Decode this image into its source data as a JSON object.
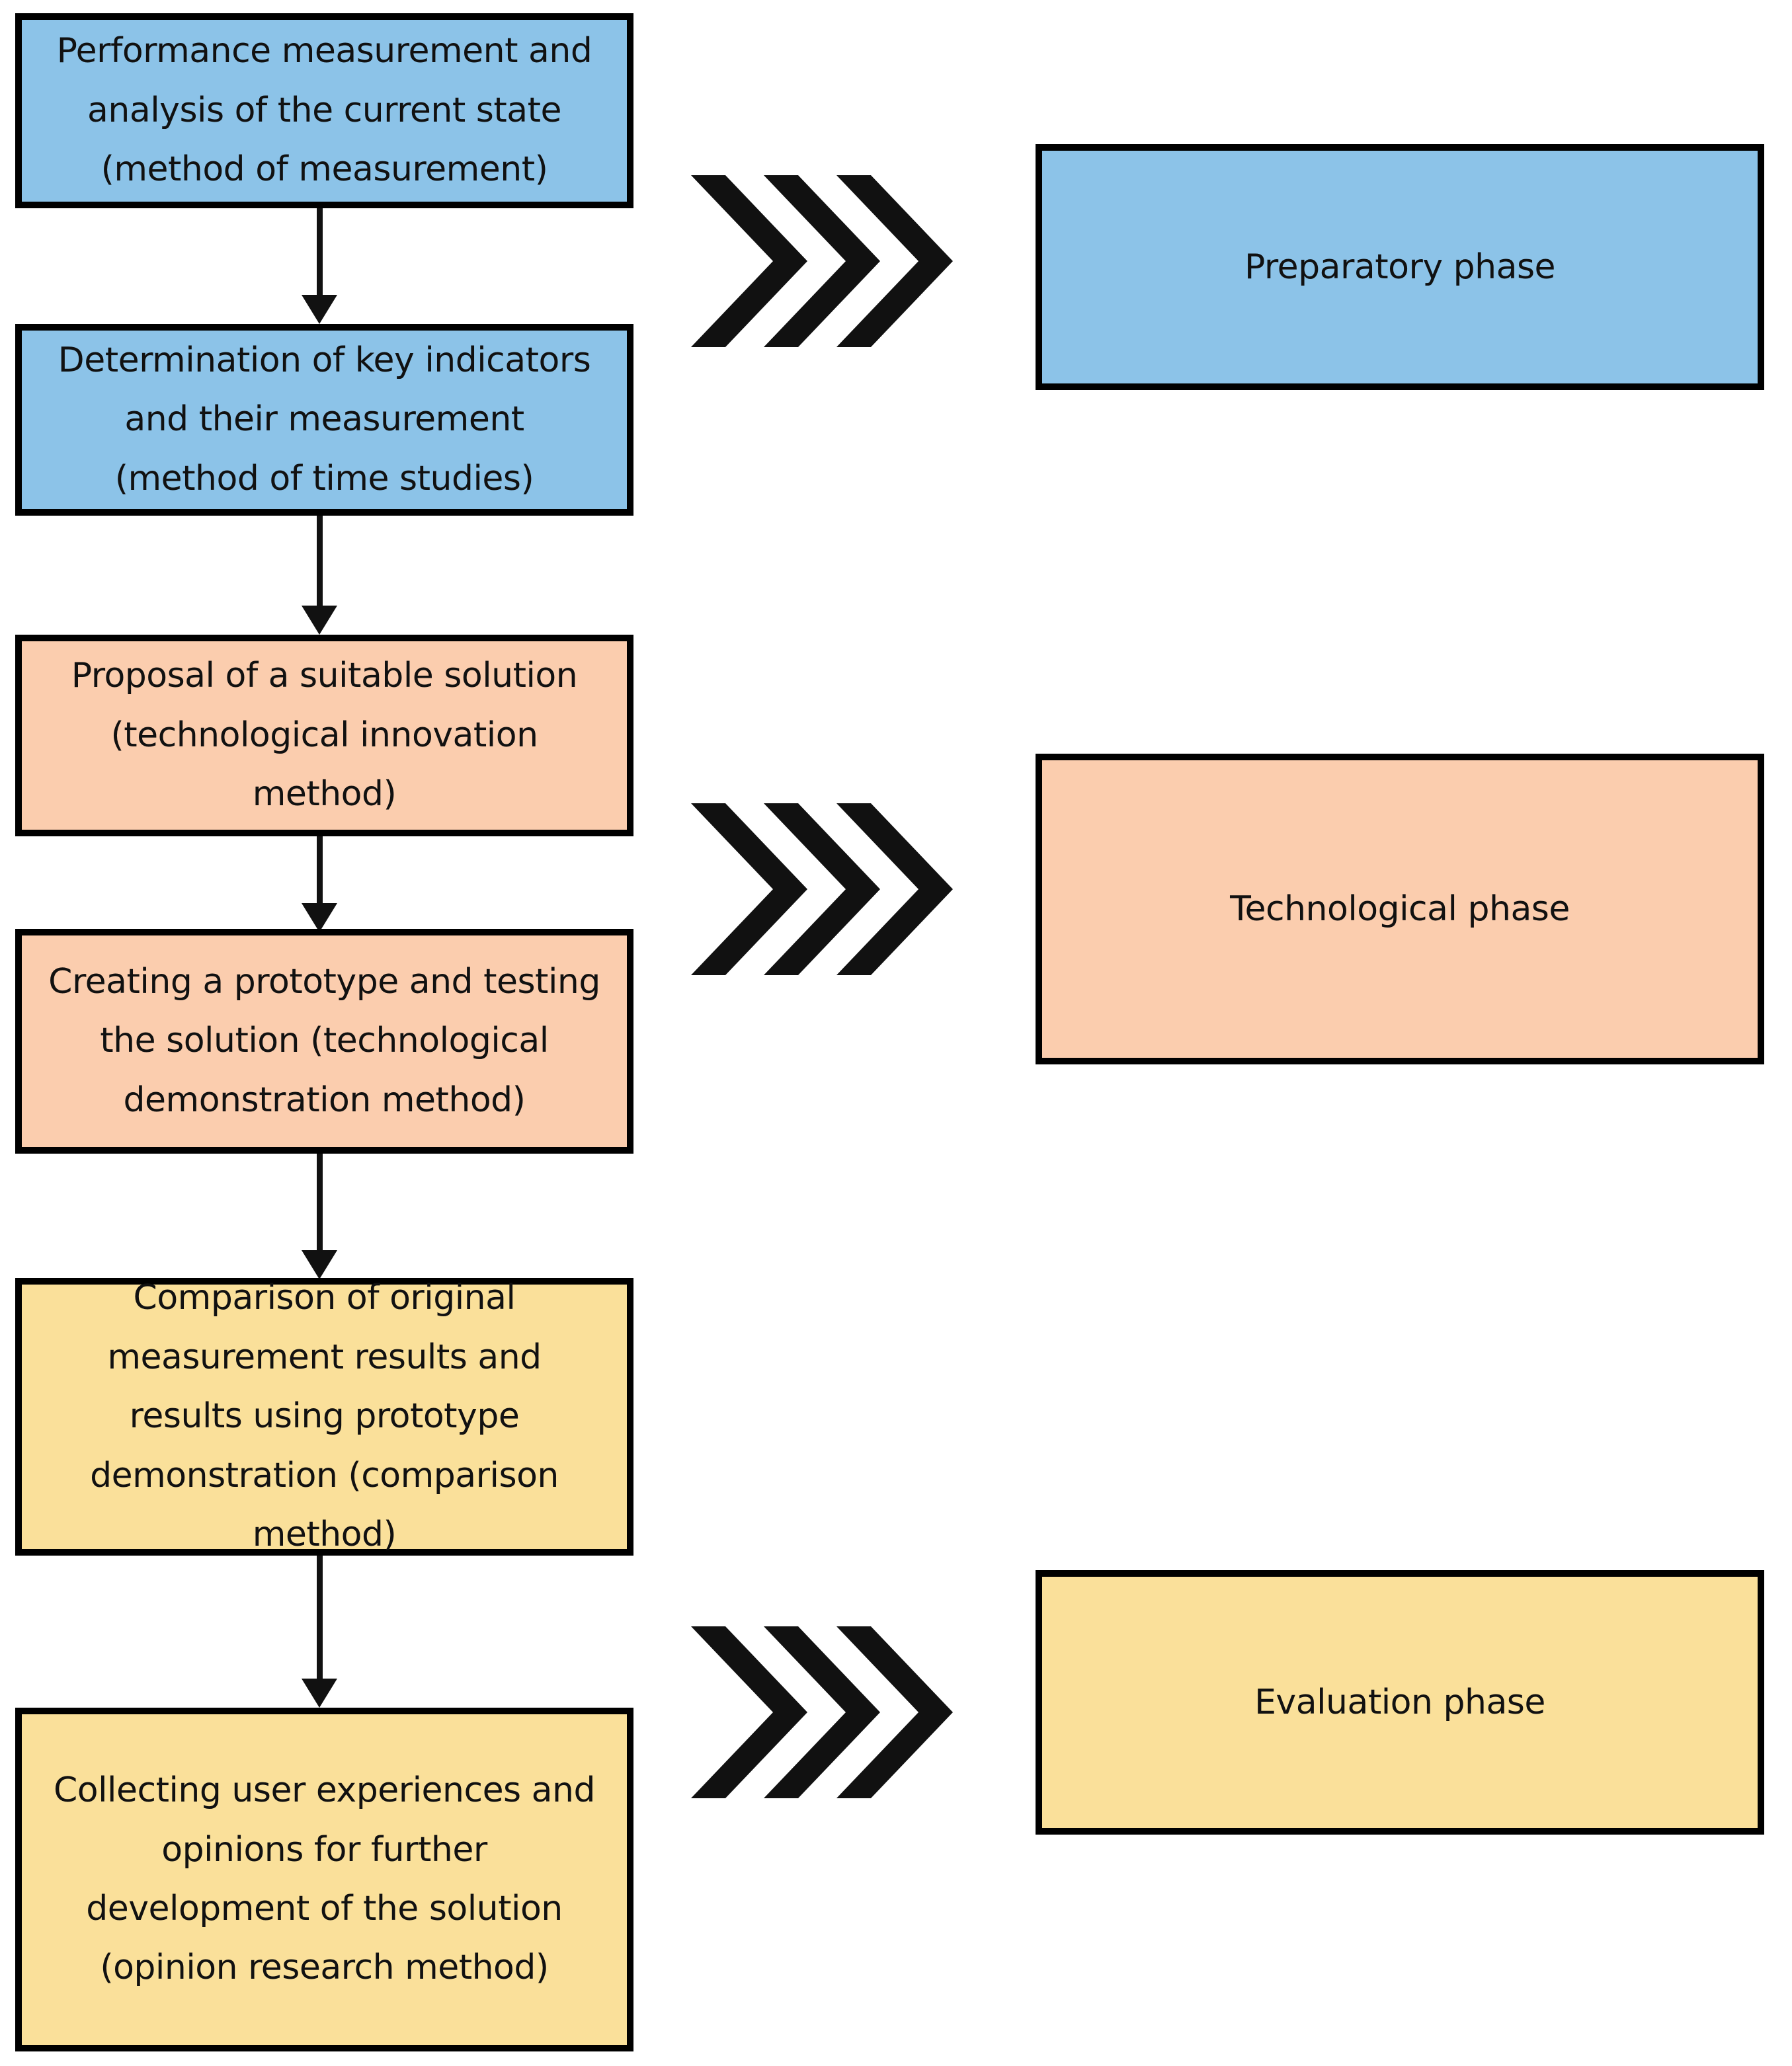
{
  "diagram": {
    "title": "Three-phase research methodology flowchart",
    "colors": {
      "preparatory": "#8CC3E8",
      "technological": "#FBCDAE",
      "evaluation": "#FAE09A",
      "outline": "#000000",
      "background": "#FFFFFF",
      "text": "#111111"
    },
    "steps": [
      {
        "id": "step-1",
        "phase": "preparatory",
        "text": "Performance measurement and\nanalysis of the current state\n(method of measurement)"
      },
      {
        "id": "step-2",
        "phase": "preparatory",
        "text": "Determination of key indicators\nand their measurement\n(method of time studies)"
      },
      {
        "id": "step-3",
        "phase": "technological",
        "text": "Proposal of a suitable solution\n(technological innovation\nmethod)"
      },
      {
        "id": "step-4",
        "phase": "technological",
        "text": "Creating a prototype and testing\nthe solution (technological\ndemonstration method)"
      },
      {
        "id": "step-5",
        "phase": "evaluation",
        "text": "Comparison of original\nmeasurement results and\nresults using prototype\ndemonstration (comparison\nmethod)"
      },
      {
        "id": "step-6",
        "phase": "evaluation",
        "text": "Collecting user experiences and\nopinions for further\ndevelopment of the solution\n(opinion research method)"
      }
    ],
    "phases": [
      {
        "id": "phase-preparatory",
        "label": "Preparatory phase"
      },
      {
        "id": "phase-technological",
        "label": "Technological phase"
      },
      {
        "id": "phase-evaluation",
        "label": "Evaluation phase"
      }
    ],
    "connectors": [
      {
        "from": "step-1",
        "to": "step-2"
      },
      {
        "from": "step-2",
        "to": "step-3"
      },
      {
        "from": "step-3",
        "to": "step-4"
      },
      {
        "from": "step-4",
        "to": "step-5"
      },
      {
        "from": "step-5",
        "to": "step-6"
      }
    ],
    "chevron_groups": [
      {
        "id": "chevrons-preparatory",
        "count": 3
      },
      {
        "id": "chevrons-technological",
        "count": 3
      },
      {
        "id": "chevrons-evaluation",
        "count": 3
      }
    ]
  }
}
